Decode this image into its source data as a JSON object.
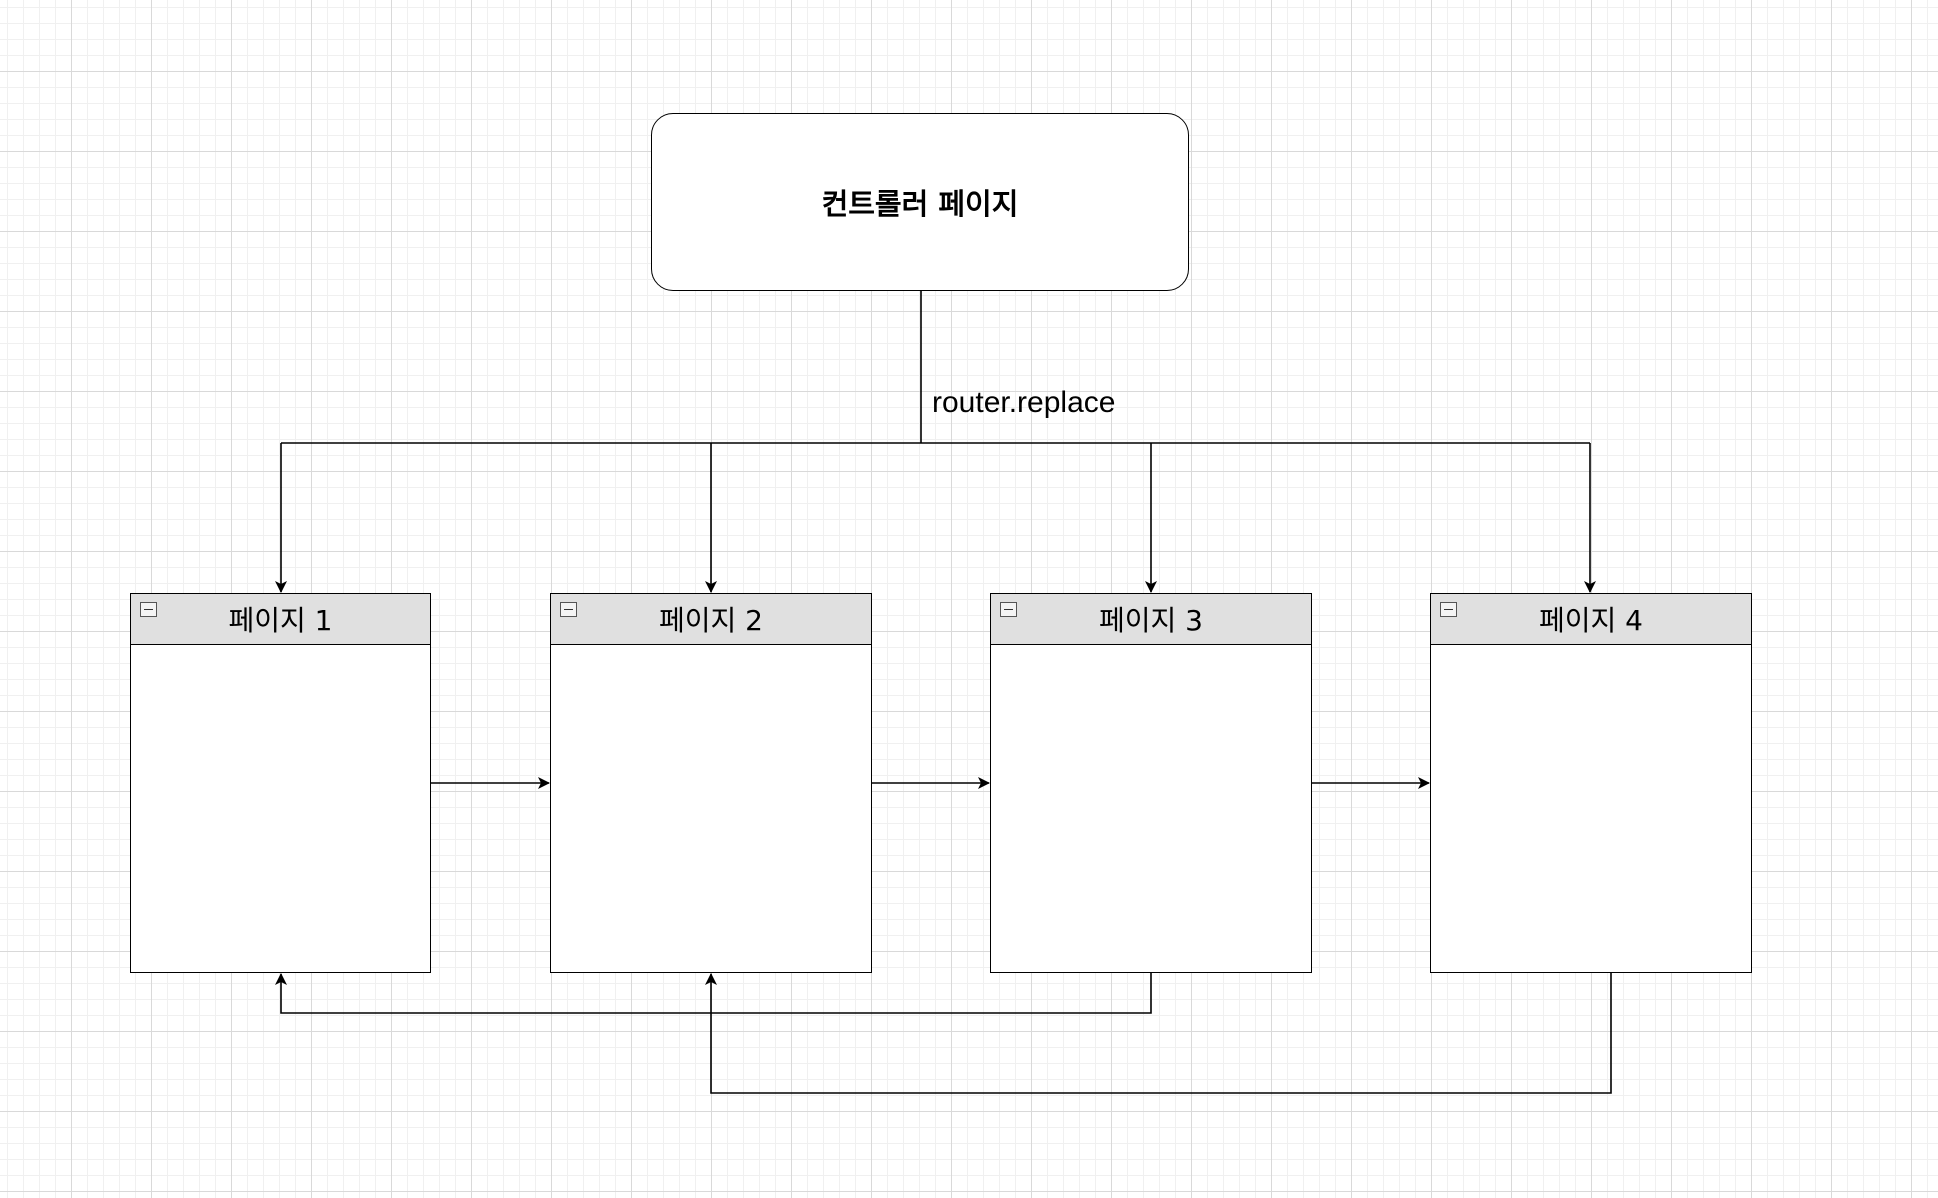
{
  "controller": {
    "title": "컨트롤러 페이지"
  },
  "edge_label": "router.replace",
  "pages": [
    {
      "title": "페이지 1"
    },
    {
      "title": "페이지 2"
    },
    {
      "title": "페이지 3"
    },
    {
      "title": "페이지 4"
    }
  ],
  "icons": {
    "collapse": "collapse-minus-icon"
  },
  "colors": {
    "header": "#e0e0e0",
    "stroke": "#000000"
  }
}
